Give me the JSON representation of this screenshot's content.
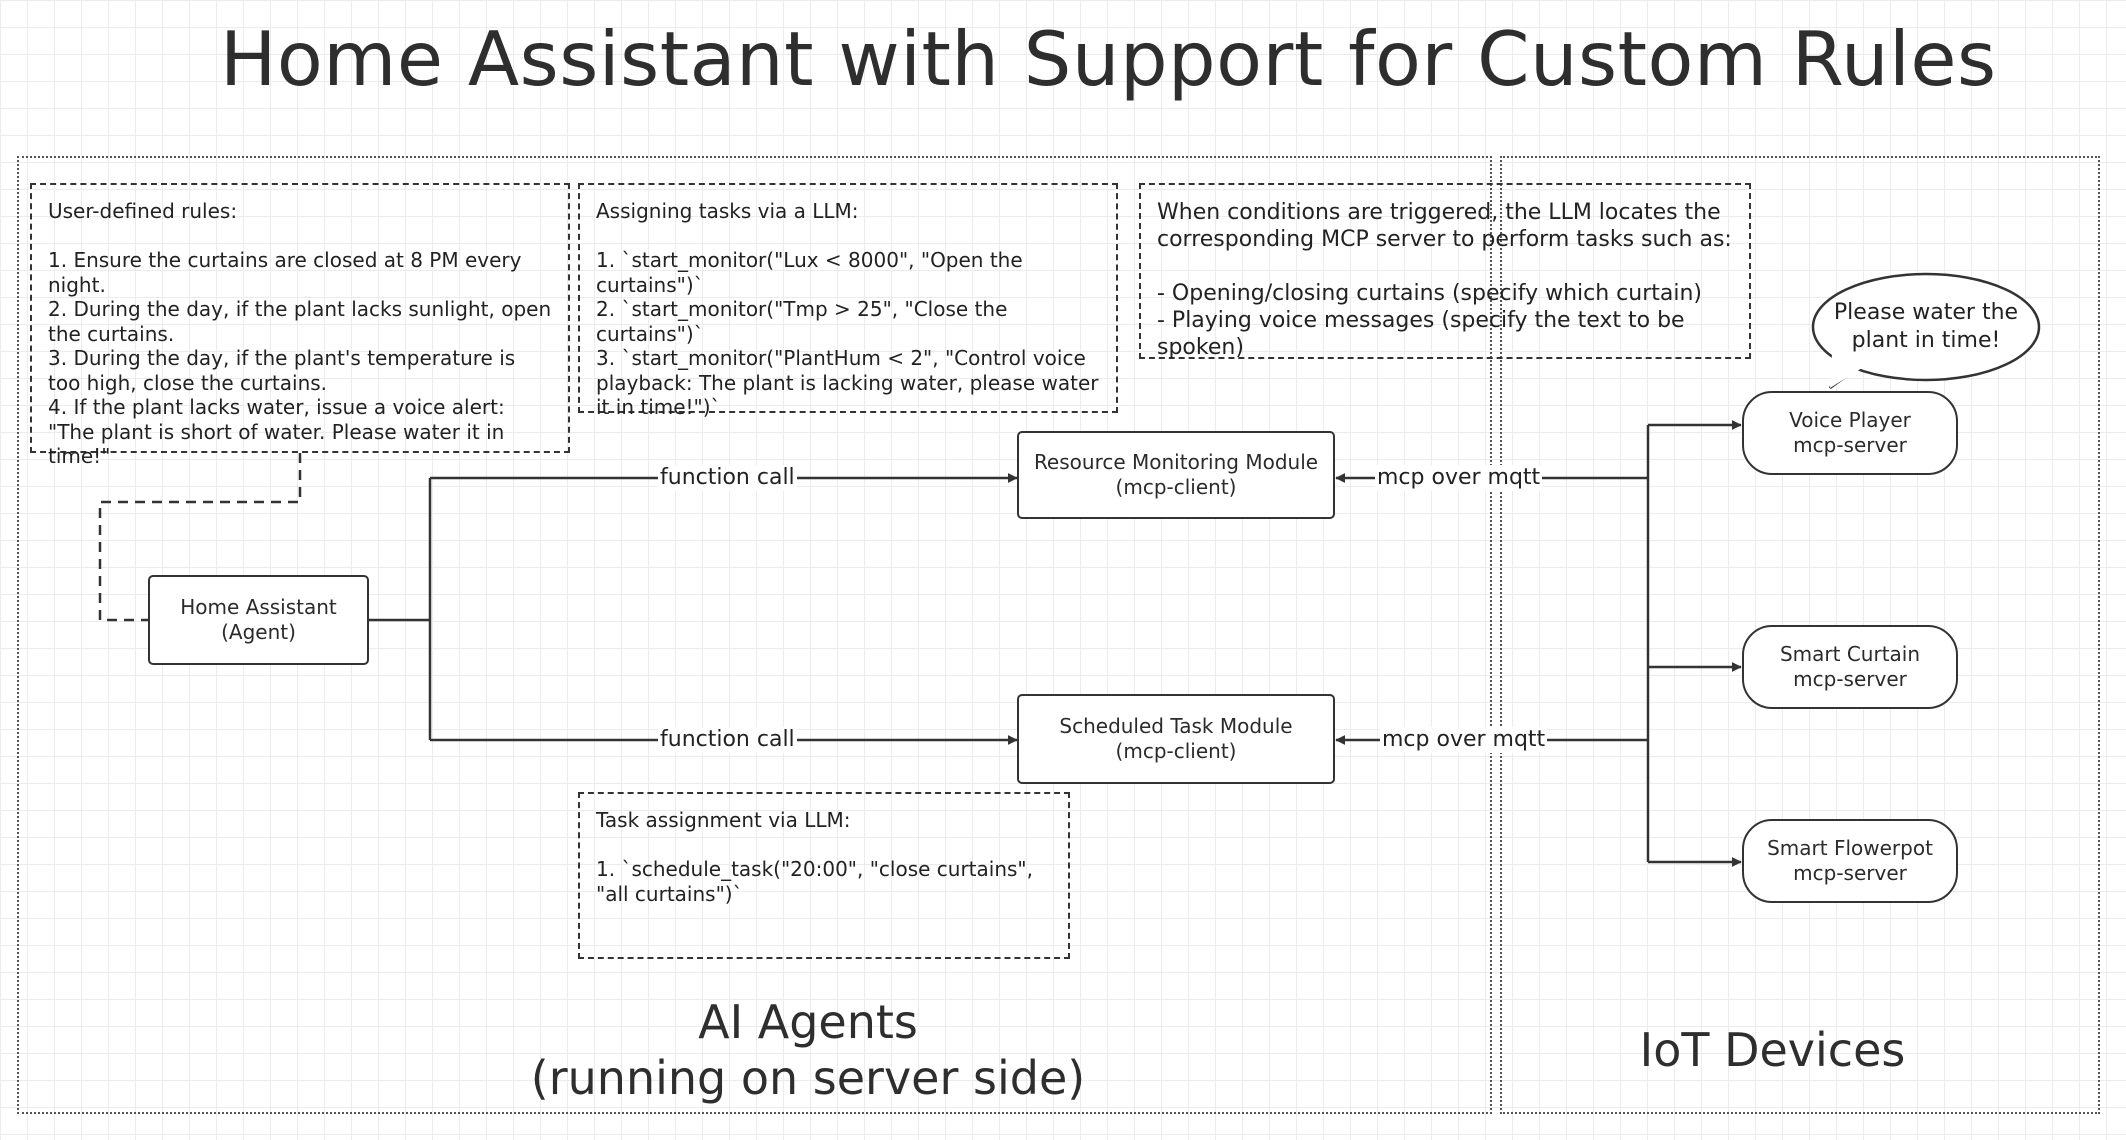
{
  "title": "Home Assistant with Support for Custom Rules",
  "notes": {
    "user_rules": "User-defined rules:\n\n1. Ensure the curtains are closed at 8 PM every night.\n2. During the day, if the plant lacks sunlight, open the curtains.\n3. During the day, if the plant's temperature is too high, close the curtains.\n4. If the plant lacks water, issue a voice alert: \"The plant is short of water. Please water it in time!\"",
    "assigning_tasks": "Assigning tasks via a LLM:\n\n1. `start_monitor(\"Lux < 8000\", \"Open the curtains\")`\n2. `start_monitor(\"Tmp > 25\", \"Close the curtains\")`\n3. `start_monitor(\"PlantHum < 2\", \"Control voice playback: The plant is lacking water, please water it in time!\")`",
    "triggered": "When conditions are triggered, the LLM locates the corresponding MCP server to perform tasks such as:\n\n- Opening/closing curtains (specify which curtain)\n- Playing voice messages (specify the text to be spoken)",
    "task_assignment": "Task assignment via LLM:\n\n1. `schedule_task(\"20:00\", \"close curtains\", \"all curtains\")`"
  },
  "boxes": {
    "home_assistant": {
      "line1": "Home Assistant",
      "line2": "(Agent)"
    },
    "resource_monitoring": {
      "line1": "Resource Monitoring Module",
      "line2": "(mcp-client)"
    },
    "scheduled_task": {
      "line1": "Scheduled Task Module",
      "line2": "(mcp-client)"
    },
    "voice_player": {
      "line1": "Voice Player",
      "line2": "mcp-server"
    },
    "smart_curtain": {
      "line1": "Smart Curtain",
      "line2": "mcp-server"
    },
    "smart_flowerpot": {
      "line1": "Smart Flowerpot",
      "line2": "mcp-server"
    }
  },
  "edge_labels": {
    "function_call_top": "function call",
    "function_call_bottom": "function call",
    "mqtt_top": "mcp over mqtt",
    "mqtt_bottom": "mcp over mqtt"
  },
  "speech_bubble": {
    "line1": "Please water the",
    "line2": "plant in time!"
  },
  "sections": {
    "ai_agents_line1": "AI Agents",
    "ai_agents_line2": "(running on server side)",
    "iot_devices": "IoT Devices"
  }
}
